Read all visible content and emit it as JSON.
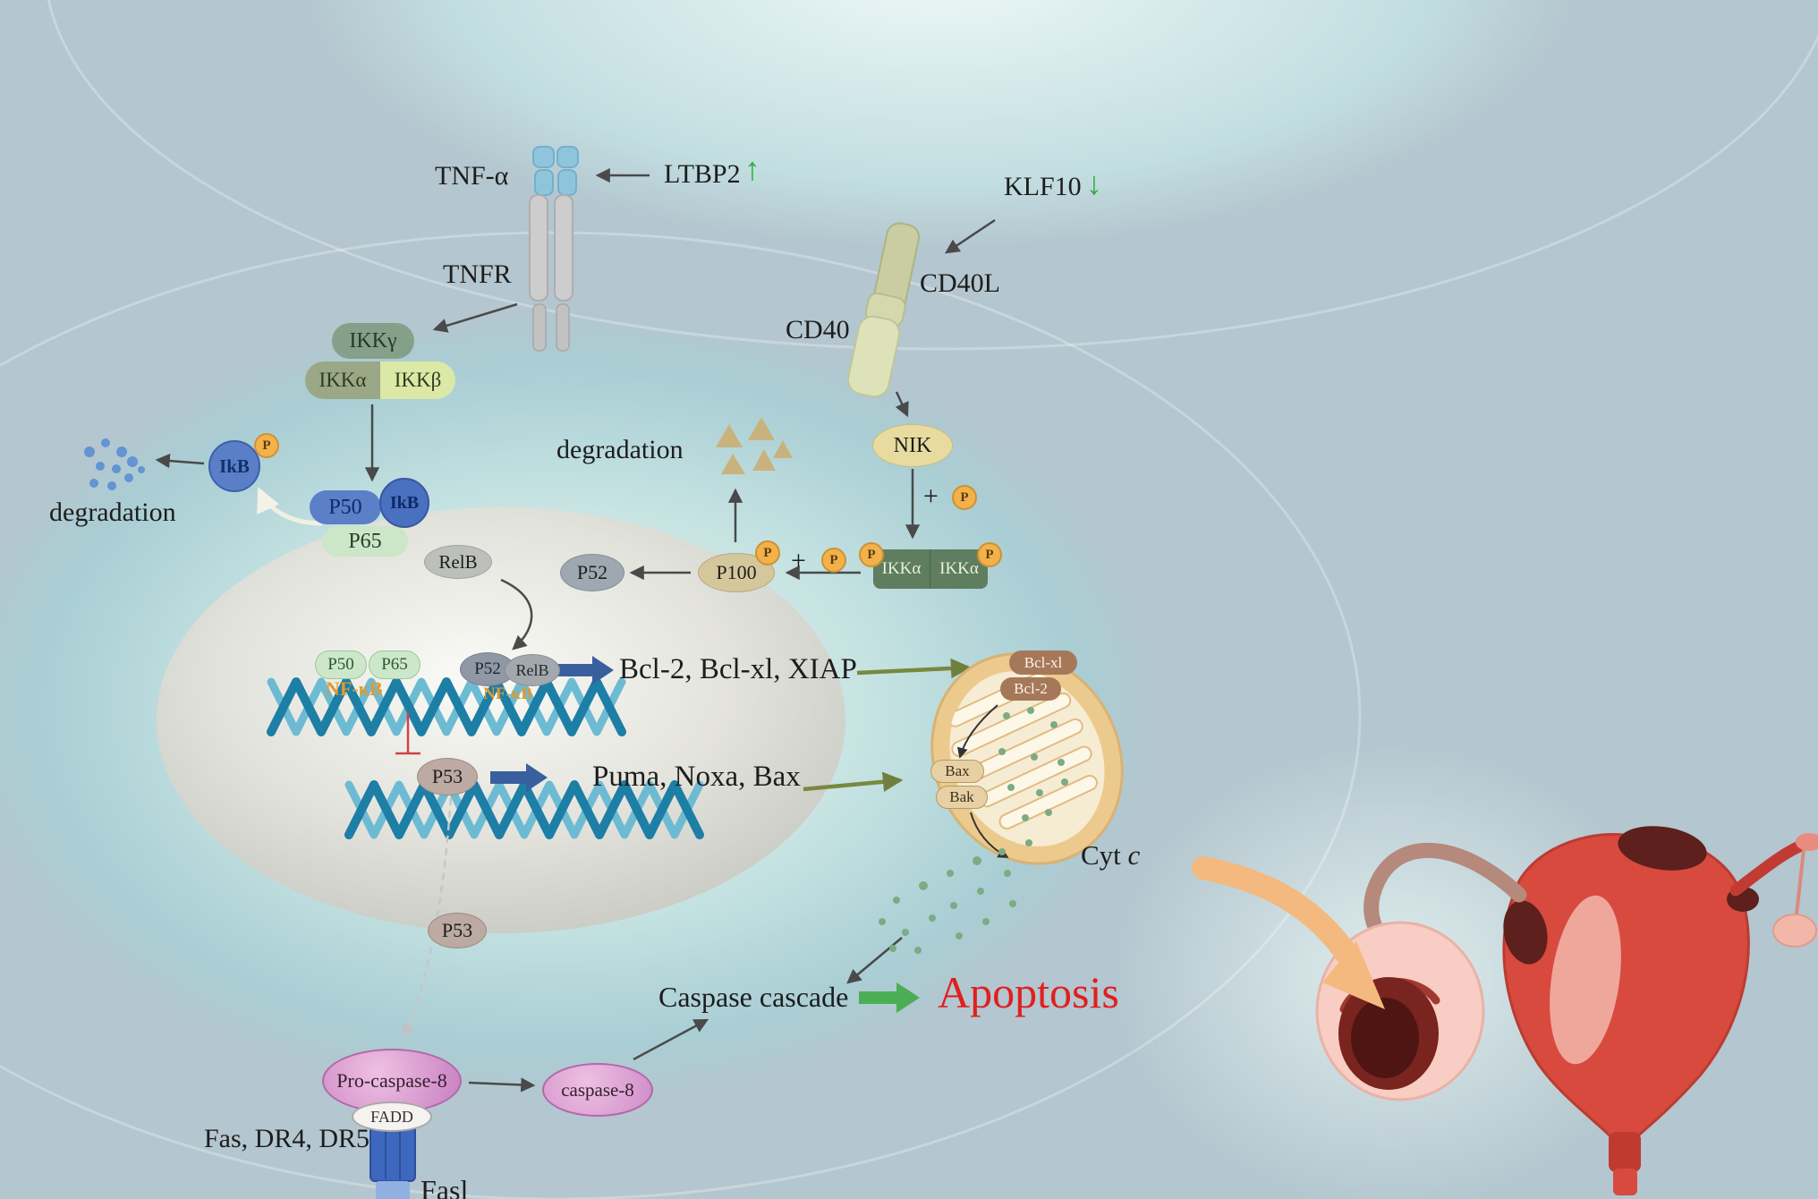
{
  "figure": {
    "type": "signaling-pathway-diagram"
  },
  "labels": {
    "tnf_alpha": "TNF-α",
    "ltbp2": "LTBP2",
    "klf10": "KLF10",
    "tnfr": "TNFR",
    "cd40l": "CD40L",
    "cd40": "CD40",
    "ikk_gamma": "IKKγ",
    "ikk_alpha": "IKKα",
    "ikk_beta": "IKKβ",
    "ikk_alpha_c1": "IKKα",
    "ikk_alpha_c2": "IKKα",
    "ikb": "IkB",
    "p": "P",
    "plus": "+",
    "degradation_left": "degradation",
    "degradation_mid": "degradation",
    "p50": "P50",
    "p65": "P65",
    "nik": "NIK",
    "p100": "P100",
    "p52": "P52",
    "relb": "RelB",
    "nfkb": "NF-κB",
    "bcl_targets": "Bcl-2, Bcl-xl, XIAP",
    "p53": "P53",
    "p53_targets": "Puma, Noxa, Bax",
    "bcl_xl": "Bcl-xl",
    "bcl_2": "Bcl-2",
    "bax": "Bax",
    "bak": "Bak",
    "cyt": "Cyt",
    "c_italic": "c",
    "caspase_cascade": "Caspase cascade",
    "apoptosis": "Apoptosis",
    "pro_caspase8": "Pro-caspase-8",
    "fadd": "FADD",
    "fas_dr": "Fas, DR4, DR5",
    "fasl": "Fasl",
    "caspase8": "caspase-8"
  },
  "icons": {
    "up_arrow": "↑",
    "down_arrow": "↓"
  },
  "colors": {
    "apoptosis_text": "#e01f1f",
    "regulation_arrow_green": "#2fae3f",
    "phosphate_orange": "#f2b14b",
    "dna_teal": "#1d7ea6",
    "nfkb_label_orange": "#e09a30",
    "cell_teal": "#aed4d8",
    "background_gray_blue": "#b4c6cf"
  }
}
